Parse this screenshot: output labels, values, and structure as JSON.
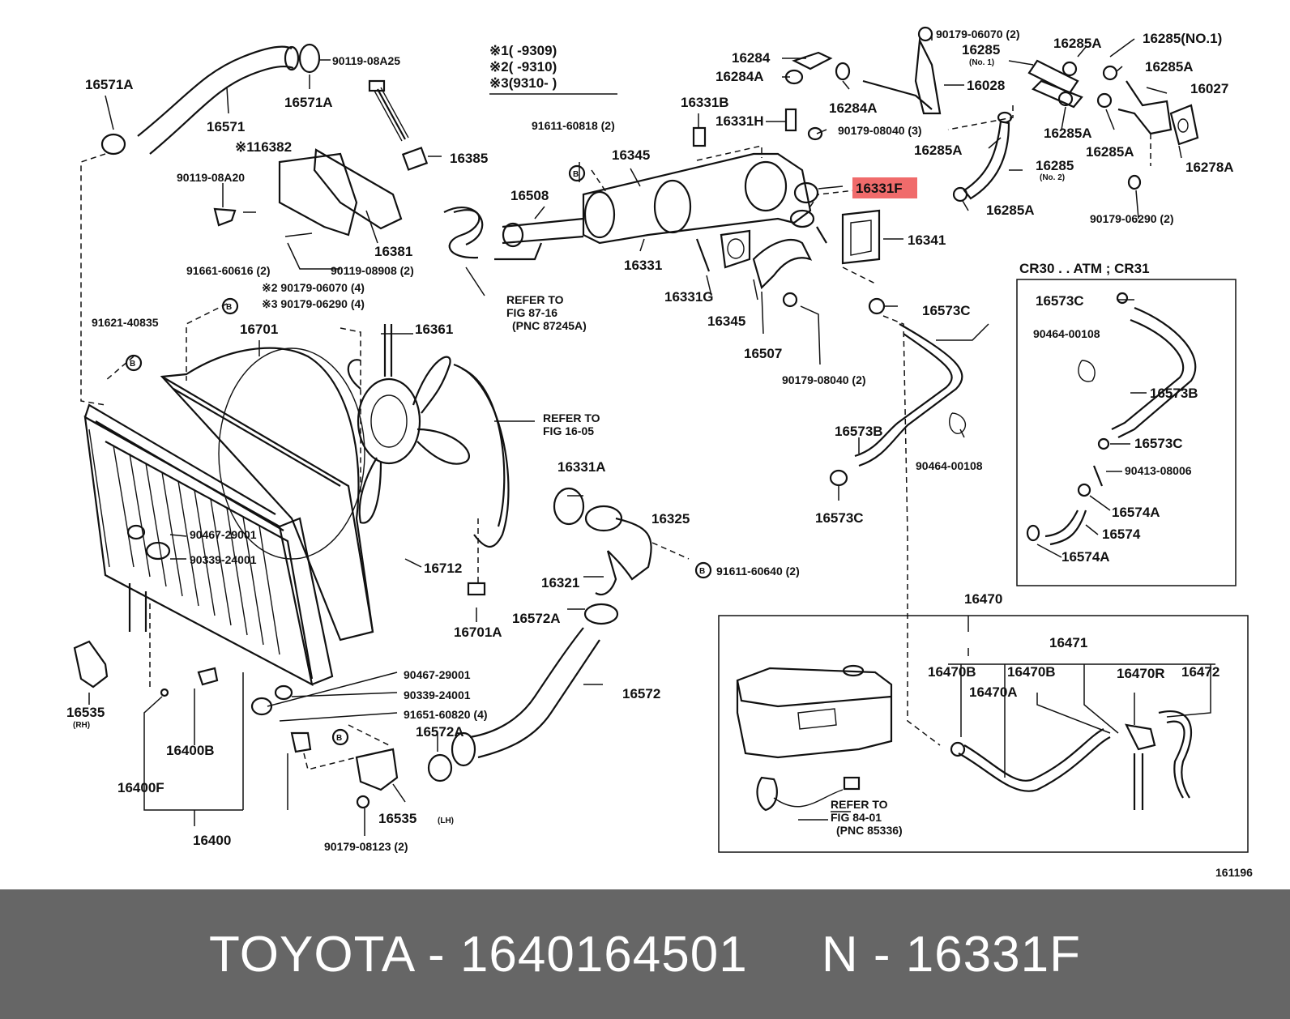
{
  "legend": {
    "line1": "※1(       -9309)",
    "line2": "※2(       -9310)",
    "line3": "※3(9310-        )"
  },
  "labels": {
    "p16571A_top": "16571A",
    "p90119_08A25": "90119-08A25",
    "p16571A_mid": "16571A",
    "p16571": "16571",
    "p16382": "※116382",
    "p16385": "16385",
    "p90119_08A20": "90119-08A20",
    "p16381": "16381",
    "p90119_08908": "90119-08908 (2)",
    "p91661_60616": "91661-60616 (2)",
    "p90179_06070_4": "※2 90179-06070 (4)",
    "p90179_06290_4": "※3 90179-06290 (4)",
    "p91621_40835": "91621-40835",
    "p16701": "16701",
    "p16361": "16361",
    "refer_16_05_a": "REFER TO",
    "refer_16_05_b": "FIG 16-05",
    "p91611_60818": "91611-60818 (2)",
    "p16345_top": "16345",
    "p16508": "16508",
    "p16331B": "16331B",
    "p16331H": "16331H",
    "p16331": "16331",
    "p16331G": "16331G",
    "p16345_bot": "16345",
    "p16507": "16507",
    "p90179_08040_2": "90179-08040 (2)",
    "p16331F": "16331F",
    "p16341": "16341",
    "p16284": "16284",
    "p16284A_a": "16284A",
    "p16284A_b": "16284A",
    "p90179_06070_2": "90179-06070 (2)",
    "p16285_no1": "16285",
    "p16285_no1_sub": "(No. 1)",
    "p16285A_a": "16285A",
    "p16285_NO1": "16285(NO.1)",
    "p16285A_b": "16285A",
    "p16028": "16028",
    "p16027": "16027",
    "p90179_08040_3": "90179-08040 (3)",
    "p16285A_c": "16285A",
    "p16285A_d": "16285A",
    "p16285A_e": "16285A",
    "p16285_no2": "16285",
    "p16285_no2_sub": "(No. 2)",
    "p16285A_f": "16285A",
    "p16278A": "16278A",
    "p90179_06290_2": "90179-06290 (2)",
    "refer_87_16_a": "REFER TO",
    "refer_87_16_b": "FIG 87-16",
    "refer_87_16_c": "(PNC 87245A)",
    "p16573C_a": "16573C",
    "cr_title": "CR30 . . ATM ; CR31",
    "p16573C_b": "16573C",
    "p90464_00108_a": "90464-00108",
    "p16573B_a": "16573B",
    "p16573C_c": "16573C",
    "p90413_08006": "90413-08006",
    "p16574A_a": "16574A",
    "p16574": "16574",
    "p16574A_b": "16574A",
    "p16573B_b": "16573B",
    "p16573C_d": "16573C",
    "p90464_00108_b": "90464-00108",
    "p16331A": "16331A",
    "p16325": "16325",
    "p16712": "16712",
    "p16321": "16321",
    "p91611_60640": "91611-60640 (2)",
    "p16701A": "16701A",
    "p16572A_a": "16572A",
    "p16572": "16572",
    "p16572A_b": "16572A",
    "p90467_29001_a": "90467-29001",
    "p90339_24001_a": "90339-24001",
    "p90467_29001_b": "90467-29001",
    "p90339_24001_b": "90339-24001",
    "p91651_60820": "91651-60820 (4)",
    "p16535_rh": "16535",
    "rh": "(RH)",
    "p16400B": "16400B",
    "p16400F": "16400F",
    "p16400": "16400",
    "p16535_lh": "16535",
    "lh": "(LH)",
    "p90179_08123": "90179-08123 (2)",
    "p16470": "16470",
    "p16471": "16471",
    "p16470B_a": "16470B",
    "p16470B_b": "16470B",
    "p16470A": "16470A",
    "p16470R": "16470R",
    "p16472": "16472",
    "refer_84_01_a": "REFER TO",
    "refer_84_01_b": "FIG 84-01",
    "refer_84_01_c": "(PNC 85336)",
    "fig_id": "161196",
    "b1": "B",
    "b2": "B",
    "b3": "B",
    "b4": "B",
    "b5": "B"
  },
  "highlight_color": "#f06b6b",
  "footer": {
    "text": "TOYOTA - 1640164501     N - 16331F"
  }
}
